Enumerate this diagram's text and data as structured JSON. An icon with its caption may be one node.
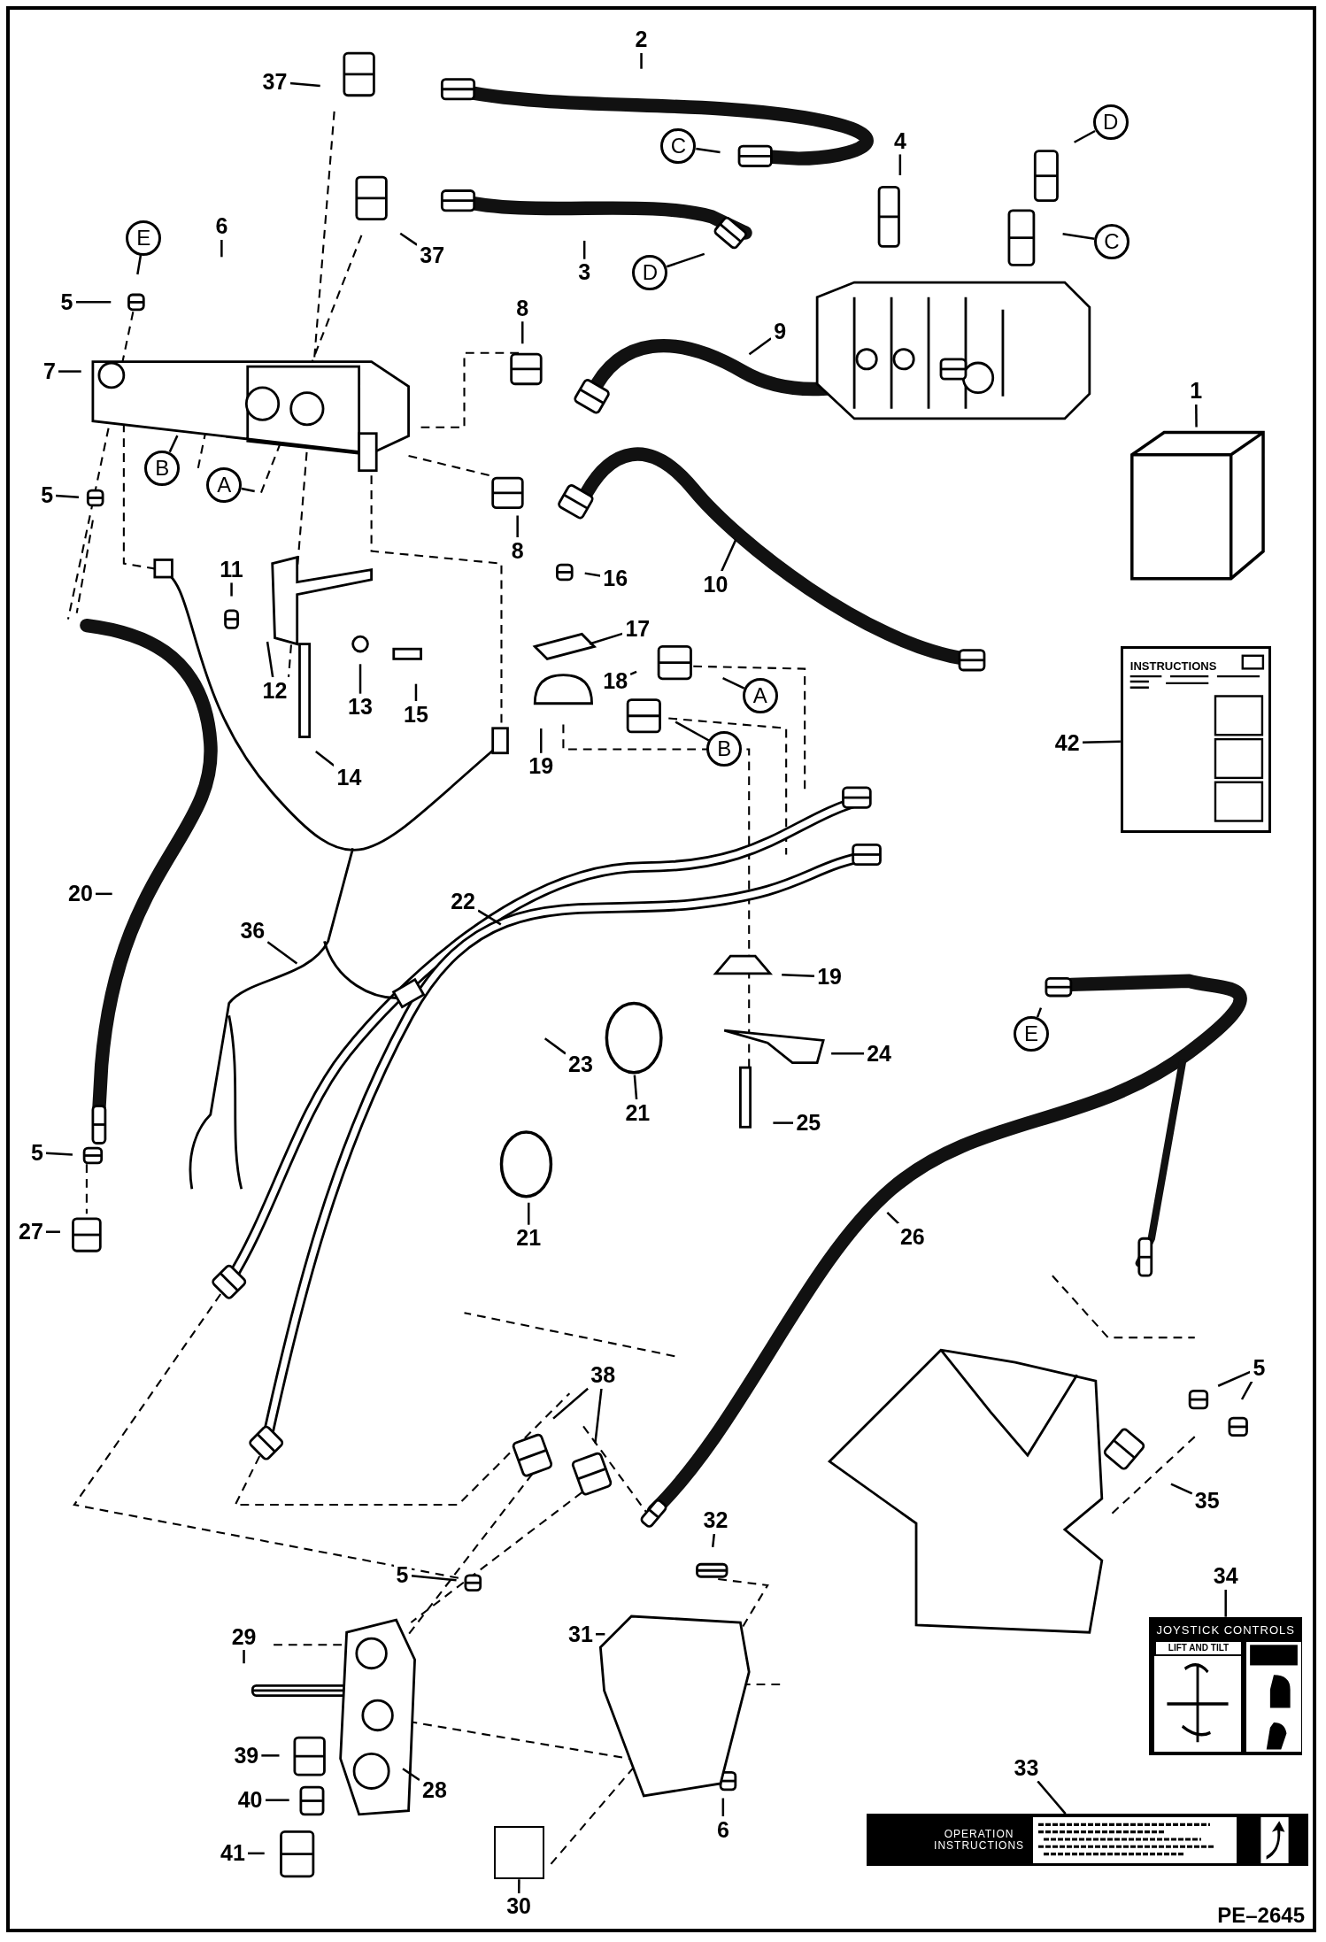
{
  "diagram": {
    "nodes": [
      {
        "text": [
          "37"
        ]
      },
      {
        "text": [
          "2"
        ]
      },
      {
        "text": [
          "C"
        ]
      },
      {
        "text": [
          "4"
        ]
      },
      {
        "text": [
          "D"
        ]
      },
      {
        "text": [
          "6"
        ]
      },
      {
        "text": [
          "E"
        ]
      },
      {
        "text": [
          "C"
        ]
      },
      {
        "text": [
          "37"
        ]
      },
      {
        "text": [
          "3"
        ]
      },
      {
        "text": [
          "D"
        ]
      },
      {
        "text": [
          "5"
        ]
      },
      {
        "text": [
          "8"
        ]
      },
      {
        "text": [
          "9"
        ]
      },
      {
        "text": [
          "7"
        ]
      },
      {
        "text": [
          "1"
        ]
      },
      {
        "text": [],
        "shape": "box"
      },
      {
        "text": [
          "B"
        ]
      },
      {
        "text": [
          "A"
        ]
      },
      {
        "text": [
          "5"
        ]
      },
      {
        "text": [
          "8"
        ]
      },
      {
        "text": [
          "11"
        ]
      },
      {
        "text": [
          "16"
        ]
      },
      {
        "text": [
          "10"
        ]
      },
      {
        "text": [
          "17"
        ]
      },
      {
        "text": [
          "INSTRUCTIONS"
        ]
      },
      {
        "text": [
          "18"
        ]
      },
      {
        "text": [
          "12"
        ]
      },
      {
        "text": [
          "A"
        ]
      },
      {
        "text": [
          "13"
        ]
      },
      {
        "text": [
          "15"
        ]
      },
      {
        "text": [
          "42"
        ]
      },
      {
        "text": [
          "B"
        ]
      },
      {
        "text": [
          "19"
        ]
      },
      {
        "text": [
          "14"
        ]
      },
      {
        "text": [
          "20"
        ]
      },
      {
        "text": [
          "22"
        ]
      },
      {
        "text": [
          "36"
        ]
      },
      {
        "text": [
          "19"
        ]
      },
      {
        "text": [
          "E"
        ]
      },
      {
        "text": [
          "24"
        ]
      },
      {
        "text": [
          "23"
        ]
      },
      {
        "text": [
          "21"
        ]
      },
      {
        "text": [
          "25"
        ]
      },
      {
        "text": [
          "5"
        ]
      },
      {
        "text": [
          "27"
        ]
      },
      {
        "text": [
          "26"
        ]
      },
      {
        "text": [
          "21"
        ]
      },
      {
        "text": [
          "5"
        ]
      },
      {
        "text": [
          "38"
        ]
      },
      {
        "text": [
          "35"
        ]
      },
      {
        "text": [
          "32"
        ]
      },
      {
        "text": [
          "5"
        ]
      },
      {
        "text": [
          "34"
        ]
      },
      {
        "text": [
          "JOYSTICK CONTROLS",
          "LIFT AND TILT"
        ]
      },
      {
        "text": [
          "31"
        ]
      },
      {
        "text": [
          "29"
        ]
      },
      {
        "text": [
          "39"
        ]
      },
      {
        "text": [
          "33"
        ]
      },
      {
        "text": [
          "28"
        ]
      },
      {
        "text": [
          "40"
        ]
      },
      {
        "text": [
          "OPERATION INSTRUCTIONS"
        ]
      },
      {
        "text": [
          "6"
        ]
      },
      {
        "text": [
          "41"
        ]
      },
      {
        "text": [],
        "shape": "box"
      },
      {
        "text": [
          "30"
        ]
      }
    ],
    "edges": [
      {
        "from": 0,
        "to": null,
        "arrow": "none"
      },
      {
        "from": 1,
        "to": null,
        "arrow": "none"
      },
      {
        "from": 2,
        "to": null,
        "arrow": "none"
      },
      {
        "from": 3,
        "to": null,
        "arrow": "none"
      },
      {
        "from": 4,
        "to": null,
        "arrow": "none"
      },
      {
        "from": 5,
        "to": null,
        "arrow": "none"
      },
      {
        "from": 6,
        "to": null,
        "arrow": "none"
      },
      {
        "from": 7,
        "to": null,
        "arrow": "none"
      },
      {
        "from": 8,
        "to": null,
        "arrow": "none"
      },
      {
        "from": 9,
        "to": null,
        "arrow": "none"
      },
      {
        "from": 10,
        "to": null,
        "arrow": "none"
      },
      {
        "from": 11,
        "to": null,
        "arrow": "none"
      },
      {
        "from": 12,
        "to": null,
        "arrow": "none"
      },
      {
        "from": 13,
        "to": null,
        "arrow": "none"
      },
      {
        "from": 14,
        "to": null,
        "arrow": "none"
      },
      {
        "from": 15,
        "to": 16,
        "arrow": "none"
      },
      {
        "from": 17,
        "to": null,
        "arrow": "none"
      },
      {
        "from": 18,
        "to": null,
        "arrow": "none"
      },
      {
        "from": 19,
        "to": null,
        "arrow": "none"
      },
      {
        "from": 20,
        "to": null,
        "arrow": "none"
      },
      {
        "from": 21,
        "to": null,
        "arrow": "none"
      },
      {
        "from": 22,
        "to": null,
        "arrow": "none"
      },
      {
        "from": 23,
        "to": null,
        "arrow": "none"
      },
      {
        "from": 24,
        "to": null,
        "arrow": "none"
      },
      {
        "from": 26,
        "to": null,
        "arrow": "none"
      },
      {
        "from": 27,
        "to": null,
        "arrow": "none"
      },
      {
        "from": 28,
        "to": null,
        "arrow": "none"
      },
      {
        "from": 29,
        "to": null,
        "arrow": "none"
      },
      {
        "from": 30,
        "to": null,
        "arrow": "none"
      },
      {
        "from": 31,
        "to": 25,
        "arrow": "none"
      },
      {
        "from": 32,
        "to": null,
        "arrow": "none"
      },
      {
        "from": 33,
        "to": null,
        "arrow": "none"
      },
      {
        "from": 34,
        "to": null,
        "arrow": "none"
      },
      {
        "from": 35,
        "to": null,
        "arrow": "none"
      },
      {
        "from": 36,
        "to": null,
        "arrow": "none"
      },
      {
        "from": 37,
        "to": null,
        "arrow": "none"
      },
      {
        "from": 38,
        "to": null,
        "arrow": "none"
      },
      {
        "from": 39,
        "to": null,
        "arrow": "none"
      },
      {
        "from": 40,
        "to": null,
        "arrow": "none"
      },
      {
        "from": 41,
        "to": null,
        "arrow": "none"
      },
      {
        "from": 42,
        "to": null,
        "arrow": "none"
      },
      {
        "from": 43,
        "to": null,
        "arrow": "none"
      },
      {
        "from": 44,
        "to": null,
        "arrow": "none"
      },
      {
        "from": 45,
        "to": null,
        "arrow": "none"
      },
      {
        "from": 46,
        "to": null,
        "arrow": "none"
      },
      {
        "from": 47,
        "to": null,
        "arrow": "none"
      },
      {
        "from": 48,
        "to": null,
        "arrow": "none"
      },
      {
        "from": 48,
        "to": null,
        "arrow": "none"
      },
      {
        "from": 49,
        "to": null,
        "arrow": "none"
      },
      {
        "from": 49,
        "to": null,
        "arrow": "none"
      },
      {
        "from": 50,
        "to": null,
        "arrow": "none"
      },
      {
        "from": 51,
        "to": null,
        "arrow": "none"
      },
      {
        "from": 52,
        "to": null,
        "arrow": "none"
      },
      {
        "from": 53,
        "to": 54,
        "arrow": "none"
      },
      {
        "from": 55,
        "to": null,
        "arrow": "none"
      },
      {
        "from": 56,
        "to": null,
        "arrow": "none"
      },
      {
        "from": 57,
        "to": null,
        "arrow": "none"
      },
      {
        "from": 58,
        "to": 61,
        "arrow": "none"
      },
      {
        "from": 59,
        "to": null,
        "arrow": "none"
      },
      {
        "from": 60,
        "to": null,
        "arrow": "none"
      },
      {
        "from": 62,
        "to": null,
        "arrow": "none"
      },
      {
        "from": 63,
        "to": null,
        "arrow": "none"
      },
      {
        "from": 65,
        "to": 64,
        "arrow": "none"
      }
    ],
    "labels": [
      "PE–2645"
    ]
  }
}
